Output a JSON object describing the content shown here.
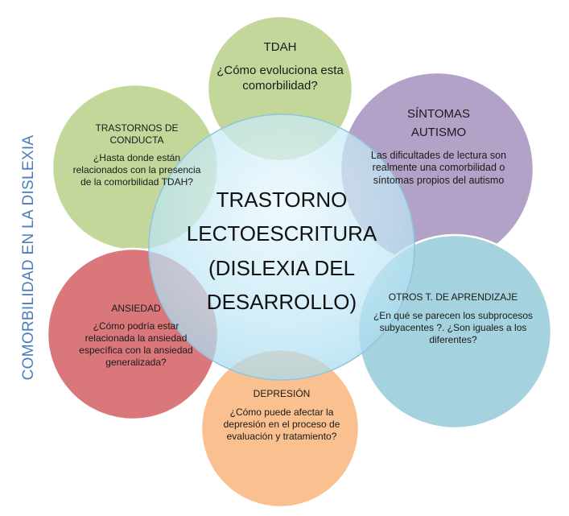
{
  "side_label": "COMORBILIDAD EN LA DISLEXIA",
  "center": {
    "line1": "TRASTORNO",
    "line2": "LECTOESCRITURA",
    "line3": "(DISLEXIA DEL",
    "line4": "DESARROLLO)",
    "color": "#bfe6f5"
  },
  "nodes": {
    "tdah": {
      "title": "TDAH",
      "text": "¿Cómo evoluciona esta comorbilidad?",
      "color": "#c4d79b"
    },
    "sintomas": {
      "title_line1": "SÍNTOMAS",
      "title_line2": "AUTISMO",
      "text": "Las dificultades de lectura son realmente una comorbilidad o síntomas propios del autismo",
      "color": "#b3a2c7"
    },
    "trastornos": {
      "title": "TRASTORNOS DE CONDUCTA",
      "text": "¿Hasta donde están relacionados con la presencia de la comorbilidad TDAH?",
      "color": "#c4d79b"
    },
    "otros": {
      "title": "OTROS T. DE APRENDIZAJE",
      "text": "¿En qué se parecen los subprocesos subyacentes ?. ¿Son iguales a los diferentes?",
      "color": "#a5d2df"
    },
    "ansiedad": {
      "title": "ANSIEDAD",
      "text": "¿Cómo podría estar relacionada la ansiedad específica con la ansiedad generalizada?",
      "color": "#d9777b"
    },
    "depresion": {
      "title": "DEPRESIÓN",
      "text": "¿Cómo puede afectar la depresión en el proceso de evaluación y tratamiento?",
      "color": "#fac08f"
    }
  }
}
